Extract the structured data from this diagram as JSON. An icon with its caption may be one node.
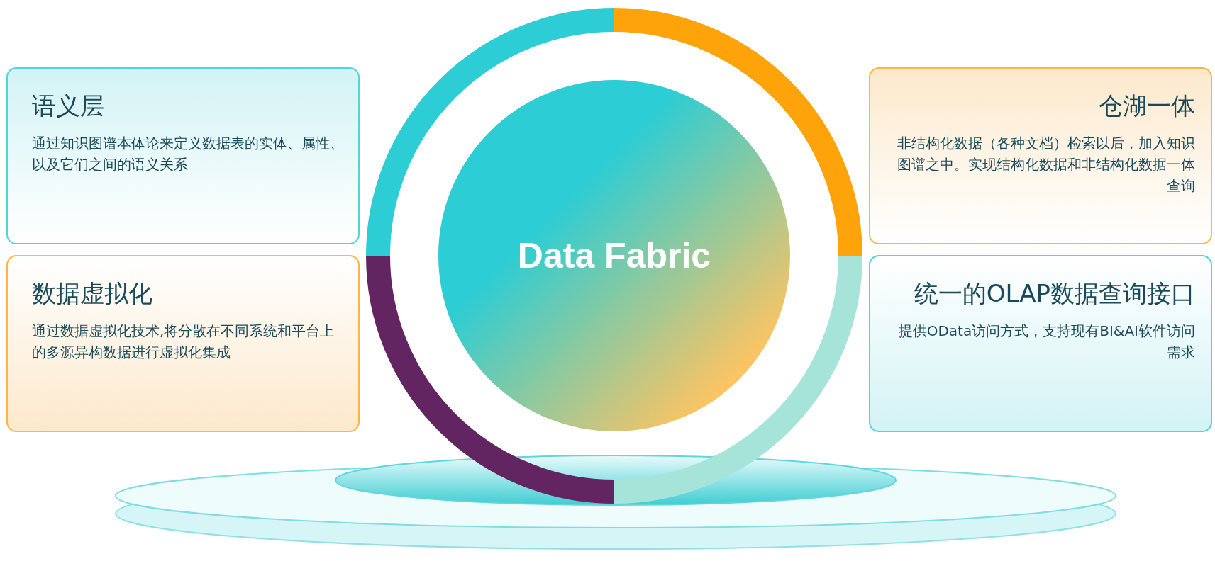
{
  "diagram": {
    "nodes": [
      {
        "text": [
          "语义层",
          "通过知识图谱本体论来定义数据表的实体、属性、以及它们之间的语义关系"
        ]
      },
      {
        "text": [
          "仓湖一体",
          "非结构化数据（各种文档）检索以后，加入知识图谱之中。实现结构化数据和非结构化数据一体查询"
        ]
      },
      {
        "text": [
          "数据虚拟化",
          "通过数据虚拟化技术,将分散在不同系统和平台上的多源异构数据进行虚拟化集成"
        ]
      },
      {
        "text": [
          "统一的OLAP数据查询接口",
          "提供OData访问方式，支持现有BI&AI软件访问需求"
        ]
      },
      {
        "text": [
          "Data Fabric"
        ]
      }
    ]
  }
}
